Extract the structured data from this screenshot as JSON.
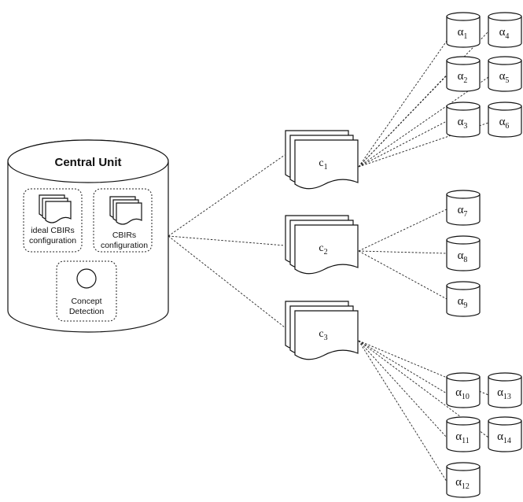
{
  "central_unit": {
    "title": "Central Unit",
    "modules": {
      "ideal": [
        "ideal CBIRs",
        "configuration"
      ],
      "cbirs": [
        "CBIRs",
        "configuration"
      ],
      "concept": [
        "Concept",
        "Detection"
      ]
    }
  },
  "concepts": [
    {
      "letter": "c",
      "sub": "1"
    },
    {
      "letter": "c",
      "sub": "2"
    },
    {
      "letter": "c",
      "sub": "3"
    }
  ],
  "cbirs": [
    {
      "letter": "α",
      "sub": "1"
    },
    {
      "letter": "α",
      "sub": "2"
    },
    {
      "letter": "α",
      "sub": "3"
    },
    {
      "letter": "α",
      "sub": "4"
    },
    {
      "letter": "α",
      "sub": "5"
    },
    {
      "letter": "α",
      "sub": "6"
    },
    {
      "letter": "α",
      "sub": "7"
    },
    {
      "letter": "α",
      "sub": "8"
    },
    {
      "letter": "α",
      "sub": "9"
    },
    {
      "letter": "α",
      "sub": "10"
    },
    {
      "letter": "α",
      "sub": "11"
    },
    {
      "letter": "α",
      "sub": "12"
    },
    {
      "letter": "α",
      "sub": "13"
    },
    {
      "letter": "α",
      "sub": "14"
    }
  ],
  "icons": {
    "database": "database-cylinder-icon",
    "document_stack": "document-stack-icon",
    "concept": "circle-icon"
  }
}
